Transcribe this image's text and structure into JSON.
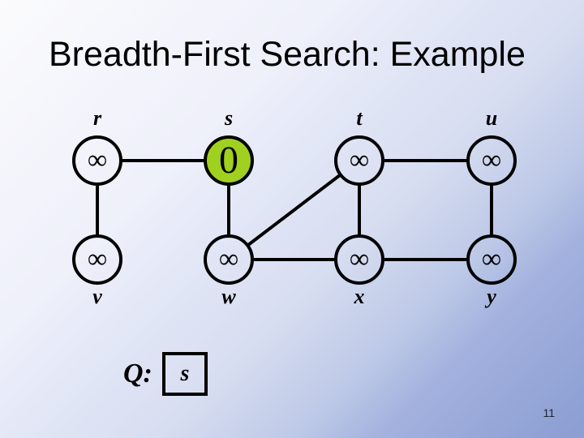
{
  "slide": {
    "title": "Breadth-First Search: Example",
    "page_number": "11"
  },
  "colors": {
    "title_color": "#000000",
    "node_stroke": "#000000",
    "edge_color": "#000000",
    "node_highlight_fill": "#A0D020",
    "background_top_left": "#FBFBFD",
    "background_bottom_right": "#8B9DD2"
  },
  "graph": {
    "nodes": [
      {
        "id": "r",
        "label": "r",
        "value": "∞",
        "highlighted": false
      },
      {
        "id": "s",
        "label": "s",
        "value": "0",
        "highlighted": true
      },
      {
        "id": "t",
        "label": "t",
        "value": "∞",
        "highlighted": false
      },
      {
        "id": "u",
        "label": "u",
        "value": "∞",
        "highlighted": false
      },
      {
        "id": "v",
        "label": "v",
        "value": "∞",
        "highlighted": false
      },
      {
        "id": "w",
        "label": "w",
        "value": "∞",
        "highlighted": false
      },
      {
        "id": "x",
        "label": "x",
        "value": "∞",
        "highlighted": false
      },
      {
        "id": "y",
        "label": "y",
        "value": "∞",
        "highlighted": false
      }
    ],
    "edges": [
      {
        "from": "r",
        "to": "s"
      },
      {
        "from": "r",
        "to": "v"
      },
      {
        "from": "s",
        "to": "w"
      },
      {
        "from": "t",
        "to": "u"
      },
      {
        "from": "t",
        "to": "w"
      },
      {
        "from": "t",
        "to": "x"
      },
      {
        "from": "u",
        "to": "y"
      },
      {
        "from": "w",
        "to": "x"
      },
      {
        "from": "x",
        "to": "y"
      }
    ]
  },
  "queue": {
    "label": "Q:",
    "items": [
      "s"
    ]
  }
}
